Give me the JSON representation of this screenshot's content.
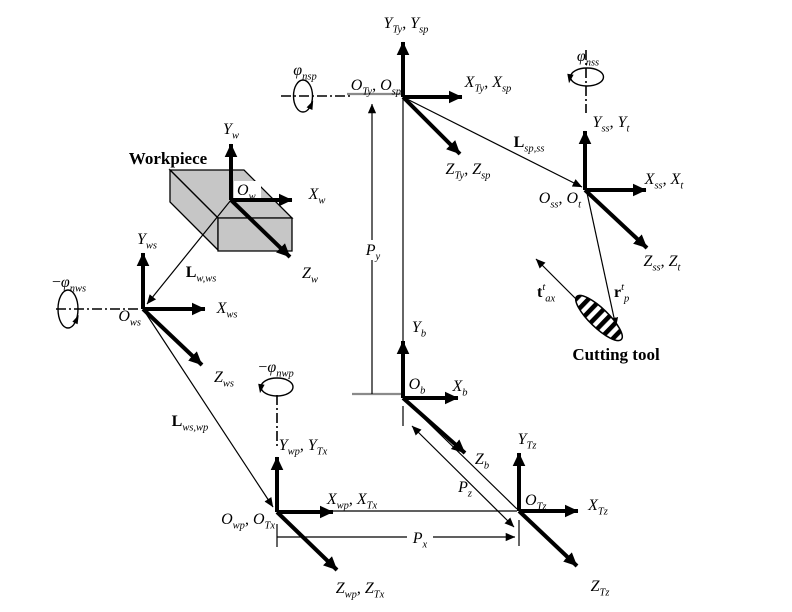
{
  "colors": {
    "line": "#000000",
    "workpiece_fill": "#c6c6c6",
    "tick_gray": "#8a8a8a",
    "background": "#ffffff"
  },
  "sp": {
    "y": [
      [
        "Y",
        "i"
      ],
      [
        "Ty",
        "s"
      ],
      [
        ", ",
        "n"
      ],
      [
        "Y",
        "i"
      ],
      [
        "sp",
        "s"
      ]
    ],
    "x": [
      [
        "X",
        "i"
      ],
      [
        "Ty",
        "s"
      ],
      [
        ", ",
        "n"
      ],
      [
        "X",
        "i"
      ],
      [
        "sp",
        "s"
      ]
    ],
    "z": [
      [
        "Z",
        "i"
      ],
      [
        "Ty",
        "s"
      ],
      [
        ", ",
        "n"
      ],
      [
        "Z",
        "i"
      ],
      [
        "sp",
        "s"
      ]
    ],
    "o": [
      [
        "O",
        "i"
      ],
      [
        "Ty",
        "s"
      ],
      [
        ", ",
        "n"
      ],
      [
        "O",
        "i"
      ],
      [
        "sp",
        "s"
      ]
    ],
    "phi": [
      [
        "φ",
        "i"
      ],
      [
        "nsp",
        "s"
      ]
    ],
    "L": [
      [
        "L",
        "b"
      ],
      [
        "sp,ss",
        "s"
      ]
    ]
  },
  "ss": {
    "y": [
      [
        "Y",
        "i"
      ],
      [
        "ss",
        "s"
      ],
      [
        ", ",
        "n"
      ],
      [
        "Y",
        "i"
      ],
      [
        "t",
        "s"
      ]
    ],
    "x": [
      [
        "X",
        "i"
      ],
      [
        "ss",
        "s"
      ],
      [
        ", ",
        "n"
      ],
      [
        "X",
        "i"
      ],
      [
        "t",
        "s"
      ]
    ],
    "z": [
      [
        "Z",
        "i"
      ],
      [
        "ss",
        "s"
      ],
      [
        ", ",
        "n"
      ],
      [
        "Z",
        "i"
      ],
      [
        "t",
        "s"
      ]
    ],
    "o": [
      [
        "O",
        "i"
      ],
      [
        "ss",
        "s"
      ],
      [
        ", ",
        "n"
      ],
      [
        "O",
        "i"
      ],
      [
        "t",
        "s"
      ]
    ],
    "phi": [
      [
        "φ",
        "i"
      ],
      [
        "nss",
        "s"
      ]
    ]
  },
  "w": {
    "name": "Workpiece",
    "y": [
      [
        "Y",
        "i"
      ],
      [
        "w",
        "s"
      ]
    ],
    "x": [
      [
        "X",
        "i"
      ],
      [
        "w",
        "s"
      ]
    ],
    "z": [
      [
        "Z",
        "i"
      ],
      [
        "w",
        "s"
      ]
    ],
    "o": [
      [
        "O",
        "i"
      ],
      [
        "w",
        "s"
      ]
    ],
    "L": [
      [
        "L",
        "b"
      ],
      [
        "w,ws",
        "s"
      ]
    ]
  },
  "ws": {
    "y": [
      [
        "Y",
        "i"
      ],
      [
        "ws",
        "s"
      ]
    ],
    "x": [
      [
        "X",
        "i"
      ],
      [
        "ws",
        "s"
      ]
    ],
    "z": [
      [
        "Z",
        "i"
      ],
      [
        "ws",
        "s"
      ]
    ],
    "o": [
      [
        "O",
        "i"
      ],
      [
        "ws",
        "s"
      ]
    ],
    "phi": [
      [
        "−",
        "n"
      ],
      [
        "φ",
        "i"
      ],
      [
        "nws",
        "s"
      ]
    ],
    "L": [
      [
        "L",
        "b"
      ],
      [
        "ws,wp",
        "s"
      ]
    ]
  },
  "wp": {
    "y": [
      [
        "Y",
        "i"
      ],
      [
        "wp",
        "s"
      ],
      [
        ", ",
        "n"
      ],
      [
        "Y",
        "i"
      ],
      [
        "Tx",
        "s"
      ]
    ],
    "x": [
      [
        "X",
        "i"
      ],
      [
        "wp",
        "s"
      ],
      [
        ", ",
        "n"
      ],
      [
        "X",
        "i"
      ],
      [
        "Tx",
        "s"
      ]
    ],
    "z": [
      [
        "Z",
        "i"
      ],
      [
        "wp",
        "s"
      ],
      [
        ", ",
        "n"
      ],
      [
        "Z",
        "i"
      ],
      [
        "Tx",
        "s"
      ]
    ],
    "o": [
      [
        "O",
        "i"
      ],
      [
        "wp",
        "s"
      ],
      [
        ", ",
        "n"
      ],
      [
        "O",
        "i"
      ],
      [
        "Tx",
        "s"
      ]
    ],
    "phi": [
      [
        "−",
        "n"
      ],
      [
        "φ",
        "i"
      ],
      [
        "nwp",
        "s"
      ]
    ]
  },
  "b": {
    "y": [
      [
        "Y",
        "i"
      ],
      [
        "b",
        "s"
      ]
    ],
    "x": [
      [
        "X",
        "i"
      ],
      [
        "b",
        "s"
      ]
    ],
    "z": [
      [
        "Z",
        "i"
      ],
      [
        "b",
        "s"
      ]
    ],
    "o": [
      [
        "O",
        "i"
      ],
      [
        "b",
        "s"
      ]
    ]
  },
  "tz": {
    "y": [
      [
        "Y",
        "i"
      ],
      [
        "Tz",
        "s"
      ]
    ],
    "x": [
      [
        "X",
        "i"
      ],
      [
        "Tz",
        "s"
      ]
    ],
    "z": [
      [
        "Z",
        "i"
      ],
      [
        "Tz",
        "s"
      ]
    ],
    "o": [
      [
        "O",
        "i"
      ],
      [
        "Tz",
        "s"
      ]
    ]
  },
  "tool": {
    "name": "Cutting tool",
    "t_ax": [
      [
        "t",
        "b"
      ],
      [
        "t",
        "p"
      ],
      [
        "ax",
        "s"
      ]
    ],
    "r_p": [
      [
        "r",
        "b"
      ],
      [
        "t",
        "p"
      ],
      [
        "p",
        "s"
      ]
    ]
  },
  "dims": {
    "px": [
      [
        "P",
        "i"
      ],
      [
        "x",
        "s"
      ]
    ],
    "py": [
      [
        "P",
        "i"
      ],
      [
        "y",
        "s"
      ]
    ],
    "pz": [
      [
        "P",
        "i"
      ],
      [
        "z",
        "s"
      ]
    ]
  }
}
